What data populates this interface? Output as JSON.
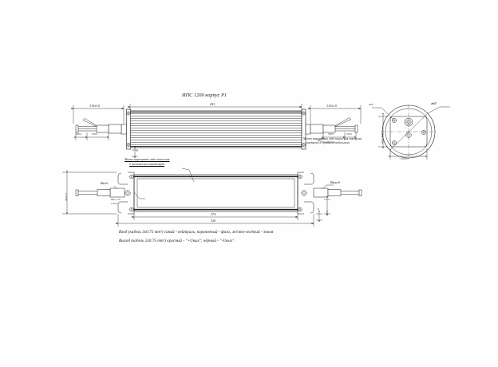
{
  "drawing": {
    "title": "ИПС 1200 корпус P1",
    "sheet_bg": "#fefefe",
    "line_color": "#1a1a1a"
  },
  "top_view": {
    "dim_left_cable": "310±10",
    "dim_body_length": "281",
    "dim_right_cable": "310±10",
    "dim_small_a": "20±2",
    "dim_small_b": "30±3",
    "dim_small_c": "30±3",
    "dim_small_d": "16±2",
    "dim_vertical": "6",
    "note_line1": "Место маркировки либо нанесения заводских",
    "note_line2": "настроек и серийного кабельного"
  },
  "end_view": {
    "dim_diameter_outer": "⌀64",
    "dim_diameter_inner": "⌀55",
    "dim_height": "54.5±0.5",
    "dim_width": "<70±0.5"
  },
  "bottom_view": {
    "note_line1": "Место маркировки либо нанесения",
    "note_line2": "и технических параметров",
    "label_input": "Вход",
    "label_output": "Выход",
    "bolt_callout_line1": "М5 х 10",
    "bolt_callout_line2": "2 шт.",
    "dim_height": "54±0.5",
    "dim_inner_length": "274",
    "dim_outer_length": "326",
    "dim_small_right": "6",
    "dim_right_height": "17.5"
  },
  "legend": {
    "line1": "Вход (кабель 3х0.75 mm²) синий - нейтраль, коричневый - фаза, жёлто-зелёный - земля",
    "line2": "Выход (кабель 2х0.75 mm²) красный - \"+Uвых\", чёрный - \"-Uвых\"."
  }
}
